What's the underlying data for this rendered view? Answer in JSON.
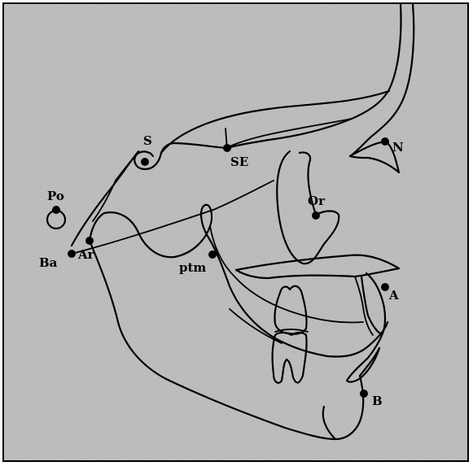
{
  "diagram": {
    "colors": {
      "background": "#bcbcbc",
      "line": "#000000",
      "border": "#000000"
    },
    "landmarks": {
      "S": "S",
      "SE": "SE",
      "N": "N",
      "Po": "Po",
      "Or": "Or",
      "Ba": "Ba",
      "Ar": "Ar",
      "ptm": "ptm",
      "A": "A",
      "B": "B"
    }
  }
}
